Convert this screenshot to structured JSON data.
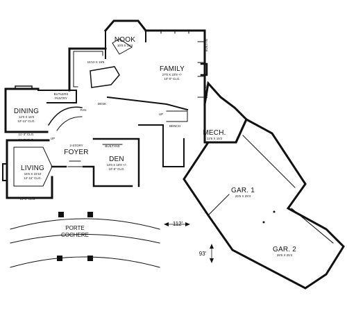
{
  "rooms": {
    "nook": {
      "name": "NOOK",
      "size": "10'0 X 15'4"
    },
    "family": {
      "name": "FAMILY",
      "size": "27'0 X 23'8 +/-",
      "ceiling": "10'-0\" CLG."
    },
    "kitchen": {
      "size": "15'10 X 19'8"
    },
    "butlers_pantry": {
      "line1": "BUTLERS",
      "line2": "PANTRY"
    },
    "dining": {
      "name": "DINING",
      "size": "12'0 X 16'0",
      "ceiling": "12'-11\" CLG."
    },
    "living": {
      "name": "LIVING",
      "size": "16'6 X 15'10",
      "ceiling": "12'-11\" CLG."
    },
    "foyer": {
      "name": "FOYER",
      "note": "2-STORY"
    },
    "den": {
      "name": "DEN",
      "size": "14'0 X 16'0 +/-",
      "ceiling": "10'-0\" CLG."
    },
    "mech": {
      "name": "MECH.",
      "size": "12'6 X 15'2"
    },
    "gar1": {
      "name": "GAR. 1",
      "size": "25'6 X 29'4"
    },
    "gar2": {
      "name": "GAR. 2",
      "size": "26'6 X 25'4"
    },
    "porte_cochere": {
      "line1": "PORTE",
      "line2": "COCHERE"
    }
  },
  "small_labels": {
    "pan": "PAN",
    "desk": "DESK",
    "up_left": "UP",
    "up_right": "UP",
    "bench": "BENCH",
    "built_in_den": "BUILT-INS",
    "built_in_top": "BUILT-IN",
    "built_in_bottom": "BUILT-IN",
    "clg_dining": "11'-3\" CLG.",
    "clg_living_top": "11'-3\" CLG.",
    "clg_living_bottom": "11'-3\" CLG."
  },
  "dimensions": {
    "width": "112'",
    "depth": "93'"
  }
}
